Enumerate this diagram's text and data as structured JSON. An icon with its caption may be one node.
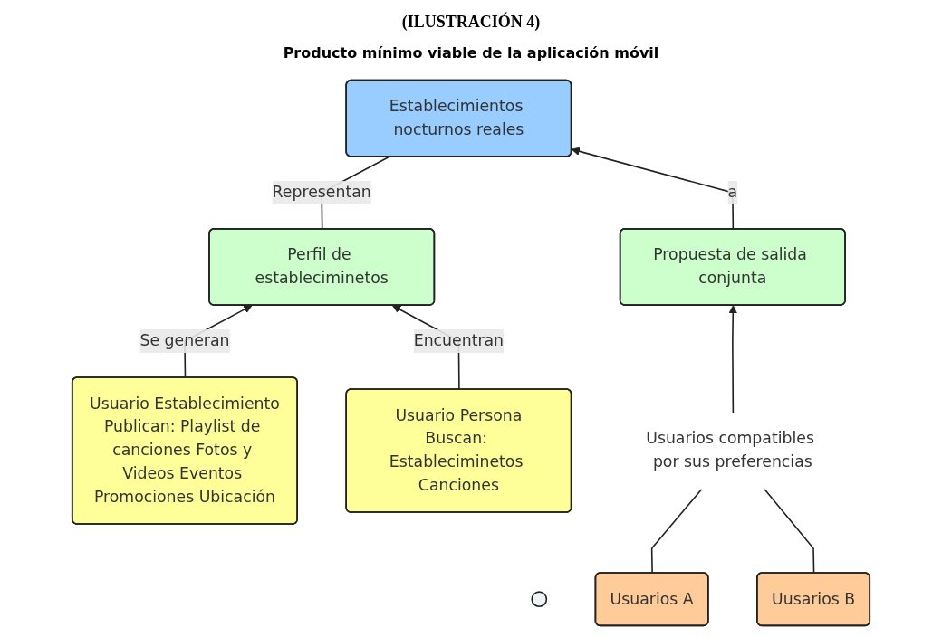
{
  "diagram": {
    "title": "(ILUSTRACIÓN 4)",
    "caption": "Producto mínimo viable de la aplicación móvil",
    "nodes": [
      {
        "text": [
          "Usuario Establecimiento",
          "Publican: Playlist de canciones Fotos y Videos Eventos Promociones Ubicación"
        ]
      },
      {
        "text": [],
        "shape": "ellipse"
      },
      {
        "text": [
          "Usuario Persona",
          "Buscan: Estableciminetos Canciones"
        ]
      },
      {
        "text": [
          "Perfil de estableciminetos"
        ]
      },
      {
        "text": [
          "Establecimientos nocturnos reales"
        ]
      },
      {
        "text": [
          "Propuesta de salida conjunta"
        ]
      },
      {
        "text": [
          "Usuarios A"
        ]
      },
      {
        "text": [
          "Uusarios B"
        ]
      },
      {
        "text": [
          "Usuarios compatibles por sus preferencias"
        ]
      }
    ],
    "edges": [
      {
        "from": 0,
        "to": 3,
        "arrow": "to",
        "label": "Se generan"
      },
      {
        "from": 2,
        "to": 3,
        "arrow": "to",
        "label": "Encuentran"
      },
      {
        "from": 3,
        "to": 4,
        "arrow": "none",
        "label": "Representan"
      },
      {
        "from": 5,
        "to": 4,
        "arrow": "to",
        "label": "a"
      },
      {
        "from": 8,
        "to": 5,
        "arrow": "to"
      },
      {
        "from": 6,
        "to": 8,
        "arrow": "none"
      },
      {
        "from": 7,
        "to": 8,
        "arrow": "none"
      }
    ]
  }
}
